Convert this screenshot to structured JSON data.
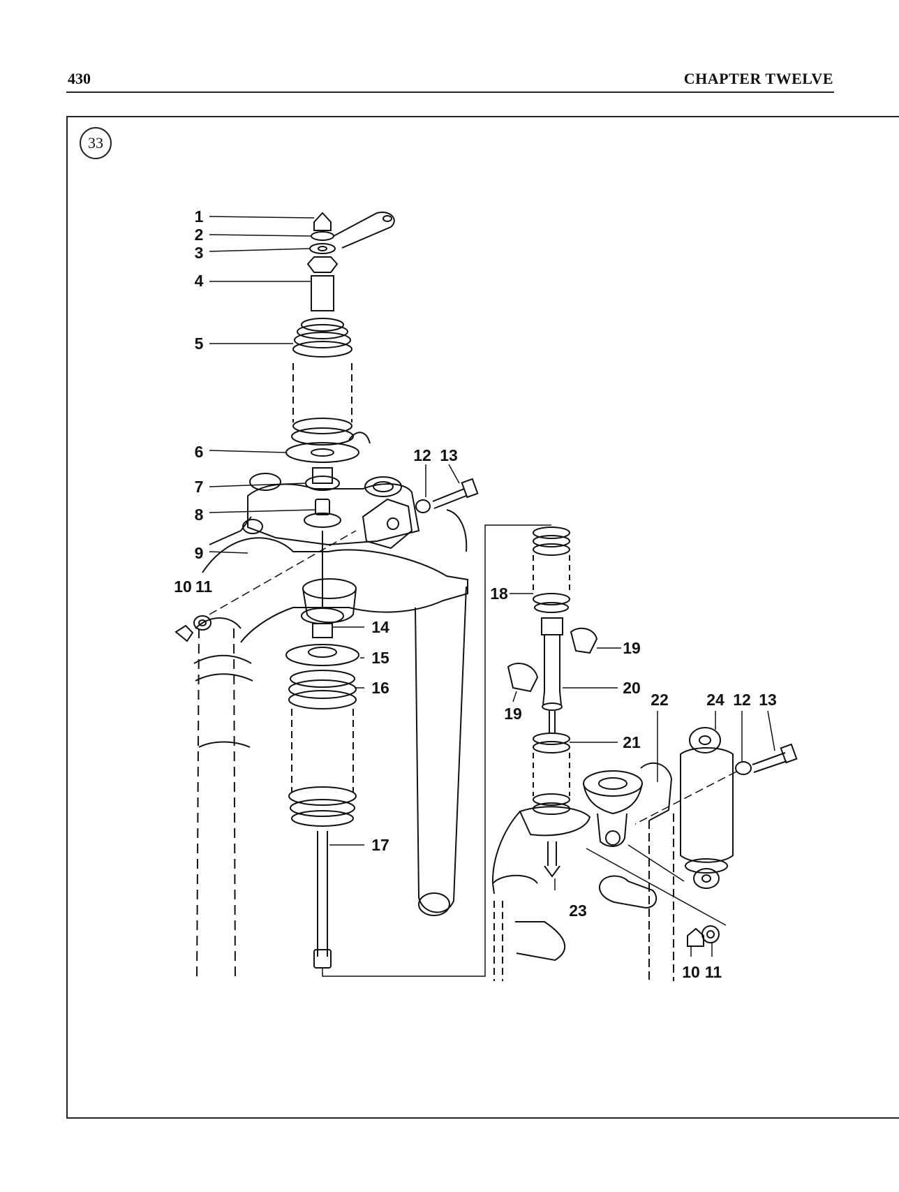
{
  "page": {
    "number": "430",
    "chapter": "CHAPTER TWELVE"
  },
  "figure": {
    "badge": "33",
    "callouts": {
      "c1": "1",
      "c2": "2",
      "c3": "3",
      "c4": "4",
      "c5": "5",
      "c6": "6",
      "c7": "7",
      "c8": "8",
      "c9": "9",
      "c10a": "10",
      "c11a": "11",
      "c12a": "12",
      "c13a": "13",
      "c14": "14",
      "c15": "15",
      "c16": "16",
      "c17": "17",
      "c18": "18",
      "c19a": "19",
      "c19b": "19",
      "c20": "20",
      "c21": "21",
      "c22": "22",
      "c23": "23",
      "c24": "24",
      "c12b": "12",
      "c13b": "13",
      "c10b": "10",
      "c11b": "11"
    }
  }
}
